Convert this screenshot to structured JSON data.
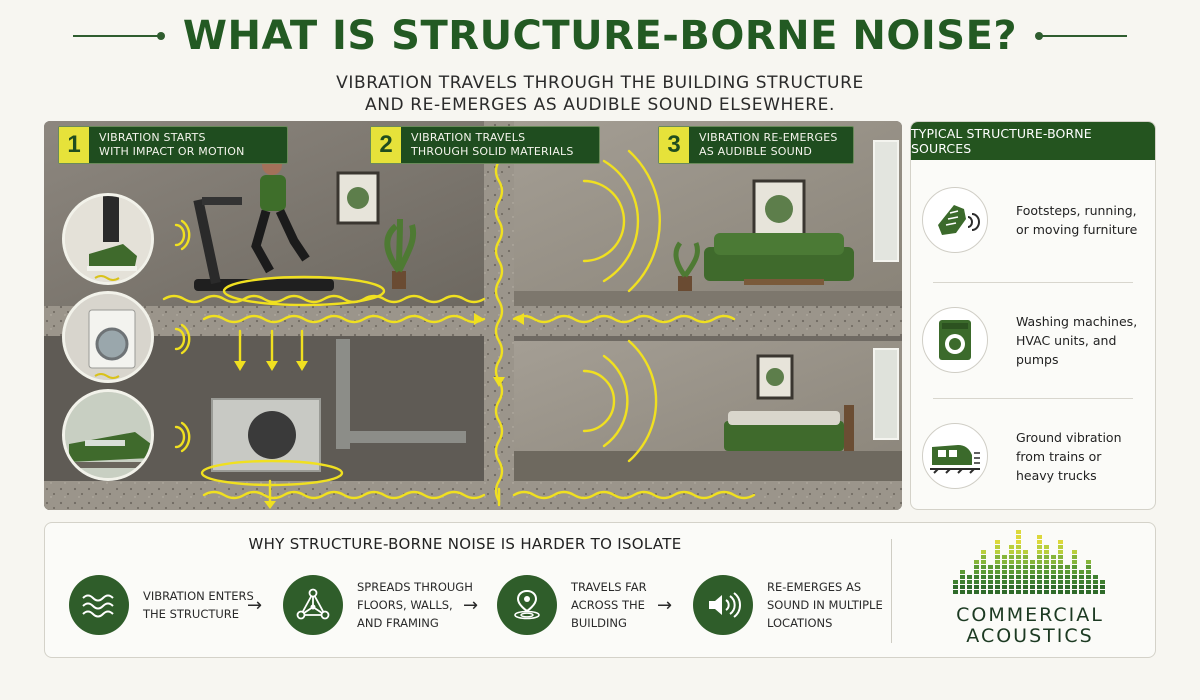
{
  "header": {
    "title": "WHAT IS STRUCTURE-BORNE NOISE?",
    "subtitle_line1": "VIBRATION TRAVELS THROUGH THE BUILDING STRUCTURE",
    "subtitle_line2": "AND RE-EMERGES AS AUDIBLE SOUND ELSEWHERE."
  },
  "scene": {
    "steps": [
      {
        "number": "1",
        "line1": "VIBRATION STARTS",
        "line2": "WITH IMPACT OR MOTION"
      },
      {
        "number": "2",
        "line1": "VIBRATION TRAVELS",
        "line2": "THROUGH SOLID MATERIALS"
      },
      {
        "number": "3",
        "line1": "VIBRATION RE-EMERGES",
        "line2": "AS AUDIBLE SOUND"
      }
    ]
  },
  "sources": {
    "title": "TYPICAL STRUCTURE-BORNE SOURCES",
    "items": [
      {
        "icon": "footstep-icon",
        "line1": "Footsteps, running,",
        "line2": "or moving furniture",
        "line3": ""
      },
      {
        "icon": "washing-machine-icon",
        "line1": "Washing machines,",
        "line2": "HVAC units, and",
        "line3": "pumps"
      },
      {
        "icon": "train-icon",
        "line1": "Ground vibration",
        "line2": "from trains or",
        "line3": "heavy trucks"
      }
    ]
  },
  "why": {
    "title": "WHY STRUCTURE-BORNE NOISE IS HARDER TO ISOLATE",
    "steps": [
      {
        "icon": "wave-icon",
        "line1": "VIBRATION ENTERS",
        "line2": "THE STRUCTURE",
        "line3": ""
      },
      {
        "icon": "network-icon",
        "line1": "SPREADS THROUGH",
        "line2": "FLOORS, WALLS,",
        "line3": "AND FRAMING"
      },
      {
        "icon": "location-pin-icon",
        "line1": "TRAVELS FAR",
        "line2": "ACROSS THE",
        "line3": "BUILDING"
      },
      {
        "icon": "speaker-icon",
        "line1": "RE-EMERGES AS",
        "line2": "SOUND IN MULTIPLE",
        "line3": "LOCATIONS"
      }
    ],
    "arrow": "→"
  },
  "logo": {
    "line1": "COMMERCIAL",
    "line2": "ACOUSTICS"
  },
  "colors": {
    "brand_green": "#235a23",
    "step_yellow": "#e6e23a",
    "vibration_yellow": "#f0e020"
  }
}
